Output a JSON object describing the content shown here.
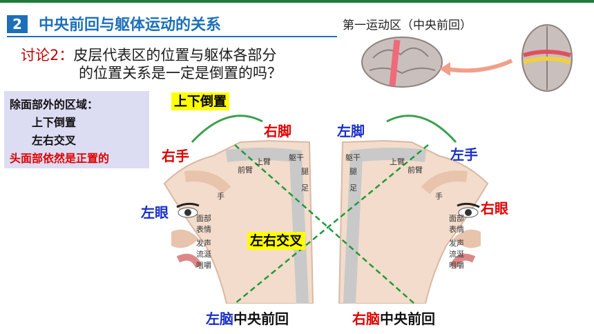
{
  "header": {
    "section_number": "2",
    "title": "中央前回与躯体运动的关系"
  },
  "question": {
    "prefix": "讨论2：",
    "line1": "皮层代表区的位置与躯体各部分",
    "line2": "的位置关系是一定是倒置的吗？"
  },
  "summary_panel": {
    "line1": "除面部外的区域：",
    "line2": "上下倒置",
    "line3": "左右交叉",
    "line4": "头面部依然是正置的"
  },
  "brain_caption": "第一运动区（中央前回）",
  "labels": {
    "upside_down": "上下倒置",
    "crossing": "左右交叉",
    "right_foot": "右脚",
    "left_foot": "左脚",
    "right_hand": "右手",
    "left_hand": "左手",
    "left_eye": "左眼",
    "right_eye": "右眼"
  },
  "cortex_labels": {
    "trunk": "躯干",
    "leg": "腿",
    "foot": "足",
    "upper_arm": "上臂",
    "forearm": "前臂",
    "hand": "手",
    "face": "面部",
    "expression": "表情",
    "vocal": "发声",
    "drool": "流涎",
    "chew": "咀嚼"
  },
  "bottom": {
    "left_side": "左脑",
    "left_rest": "中央前回",
    "right_side": "右脑",
    "right_rest": "中央前回"
  },
  "colors": {
    "accent_blue": "#1c6fb8",
    "accent_red": "#e00000",
    "label_blue": "#1a2fc8",
    "highlight_yellow": "#ffff00",
    "panel_bg": "#dcdcf2",
    "cross_line_green": "#1e9a3a",
    "arc_green": "#3aa04a"
  }
}
